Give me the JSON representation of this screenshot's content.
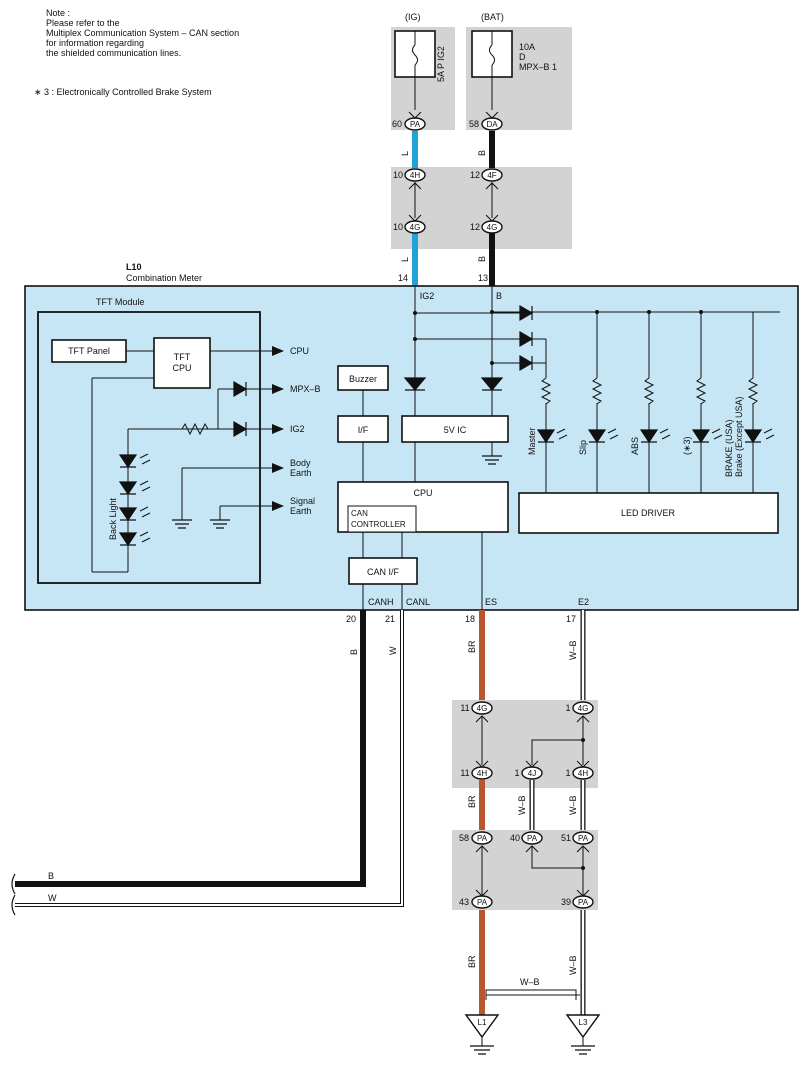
{
  "notes": {
    "line1": "Note :",
    "line2": "Please refer to the",
    "line3": "Multiplex Communication System – CAN section",
    "line4": "for information regarding",
    "line5": "the shielded communication lines.",
    "footnote": "∗ 3 : Electronically Controlled Brake System"
  },
  "power": {
    "ig_label": "(IG)",
    "bat_label": "(BAT)",
    "ig_fuse": "5A P IG2",
    "bat_fuse_1": "10A",
    "bat_fuse_2": "D",
    "bat_fuse_3": "MPX–B 1"
  },
  "connectors": {
    "pa": "PA",
    "da": "DA",
    "h4": "4H",
    "f4": "4F",
    "g4": "4G",
    "j4": "4J",
    "l1": "L1",
    "l3": "L3"
  },
  "pins": {
    "p60": "60",
    "p58": "58",
    "p10": "10",
    "p12": "12",
    "p14": "14",
    "p13": "13",
    "p20": "20",
    "p21": "21",
    "p18": "18",
    "p17": "17",
    "p11": "11",
    "p1": "1",
    "p58b": "58",
    "p40": "40",
    "p51": "51",
    "p43": "43",
    "p39": "39"
  },
  "wires": {
    "L": "L",
    "B": "B",
    "BR": "BR",
    "W": "W",
    "WB": "W–B"
  },
  "meter": {
    "code": "L10",
    "name": "Combination Meter",
    "tft_module": "TFT Module",
    "tft_panel": "TFT Panel",
    "tft_cpu_1": "TFT",
    "tft_cpu_2": "CPU",
    "out_cpu": "CPU",
    "out_mpxb": "MPX–B",
    "out_ig2": "IG2",
    "body_earth_1": "Body",
    "body_earth_2": "Earth",
    "signal_earth_1": "Signal",
    "signal_earth_2": "Earth",
    "back_light": "Back Light",
    "buzzer": "Buzzer",
    "if": "I/F",
    "vic": "5V IC",
    "cpu": "CPU",
    "can_controller_1": "CAN",
    "can_controller_2": "CONTROLLER",
    "can_if": "CAN I/F",
    "led_driver": "LED DRIVER",
    "term_ig2": "IG2",
    "term_b": "B",
    "term_canh": "CANH",
    "term_canl": "CANL",
    "term_es": "ES",
    "term_e2": "E2",
    "led_master": "Master",
    "led_slip": "Slip",
    "led_abs": "ABS",
    "led_x3": "(∗3)",
    "led_brake_1": "BRAKE (USA)",
    "led_brake_2": "Brake (Except USA)"
  },
  "colors": {
    "meter_fill": "#c6e6f6",
    "wire_blue": "#1fa3d8",
    "wire_brown": "#b8572f",
    "wire_black": "#111111",
    "gray_block": "#d3d3d3"
  }
}
